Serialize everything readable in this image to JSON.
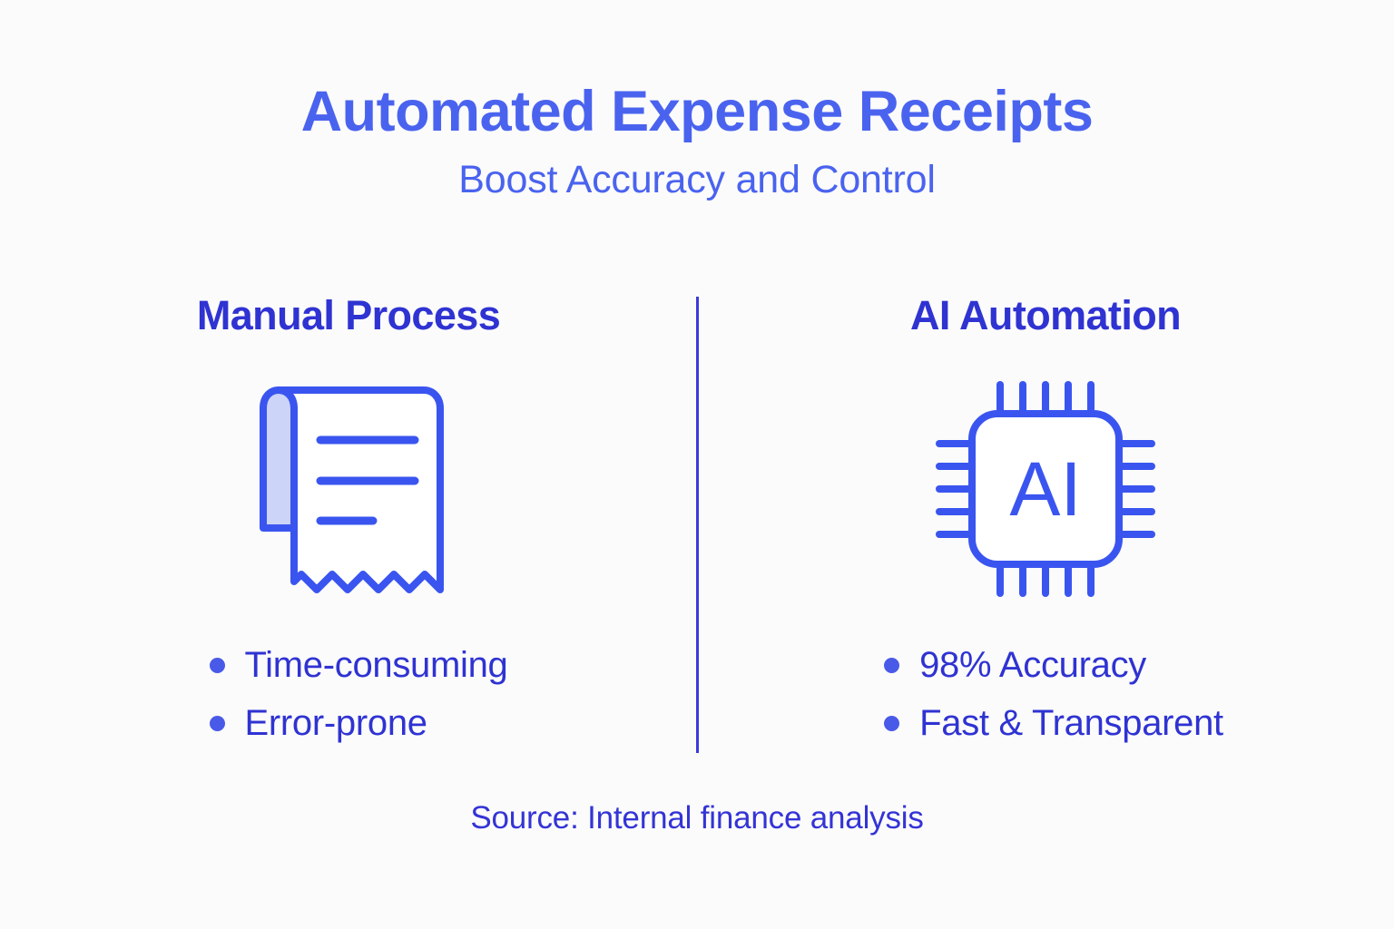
{
  "background_color": "#fbfbfb",
  "colors": {
    "title_blue": "#4a63ef",
    "heading_blue": "#2f33d2",
    "bullet_dot_blue": "#4a5ae8",
    "icon_stroke": "#3a55ef",
    "icon_curl_fill": "#ccd4f7",
    "divider_blue": "#3b3bdb",
    "source_blue": "#3434d6"
  },
  "header": {
    "title": "Automated Expense Receipts",
    "subtitle": "Boost Accuracy and Control"
  },
  "columns": [
    {
      "id": "manual",
      "heading": "Manual Process",
      "icon": "receipt-icon",
      "bullets": [
        {
          "text": "Time-consuming"
        },
        {
          "text": "Error-prone"
        }
      ]
    },
    {
      "id": "ai",
      "heading": "AI Automation",
      "icon": "ai-chip-icon",
      "icon_label": "AI",
      "bullets": [
        {
          "text": "98% Accuracy"
        },
        {
          "text": "Fast & Transparent"
        }
      ]
    }
  ],
  "footer": {
    "source": "Source: Internal finance analysis"
  }
}
